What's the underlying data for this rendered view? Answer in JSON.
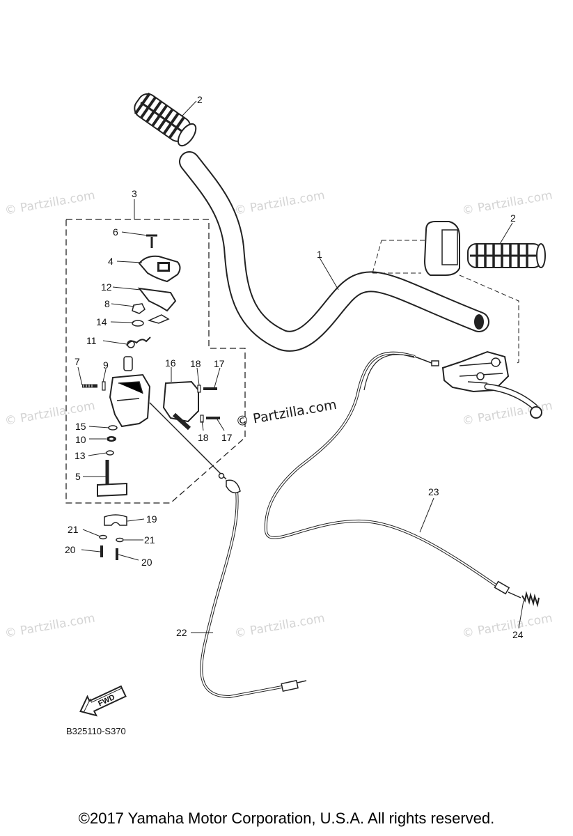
{
  "watermark": "© Partzilla.com",
  "center_watermark": "© Partzilla.com",
  "diagram_code": "B325110-S370",
  "fwd_label": "FWD",
  "copyright": "©2017  Yamaha Motor Corporation, U.S.A. All rights reserved.",
  "callouts": {
    "c1": "1",
    "c2_left": "2",
    "c2_right": "2",
    "c3": "3",
    "c4": "4",
    "c5": "5",
    "c6": "6",
    "c7": "7",
    "c8": "8",
    "c9": "9",
    "c10": "10",
    "c11": "11",
    "c12": "12",
    "c13": "13",
    "c14": "14",
    "c15": "15",
    "c16": "16",
    "c17_top": "17",
    "c17_bottom": "17",
    "c18_top": "18",
    "c18_bottom": "18",
    "c19": "19",
    "c20_left": "20",
    "c20_right": "20",
    "c21_left": "21",
    "c21_right": "21",
    "c22": "22",
    "c23": "23",
    "c24": "24"
  }
}
